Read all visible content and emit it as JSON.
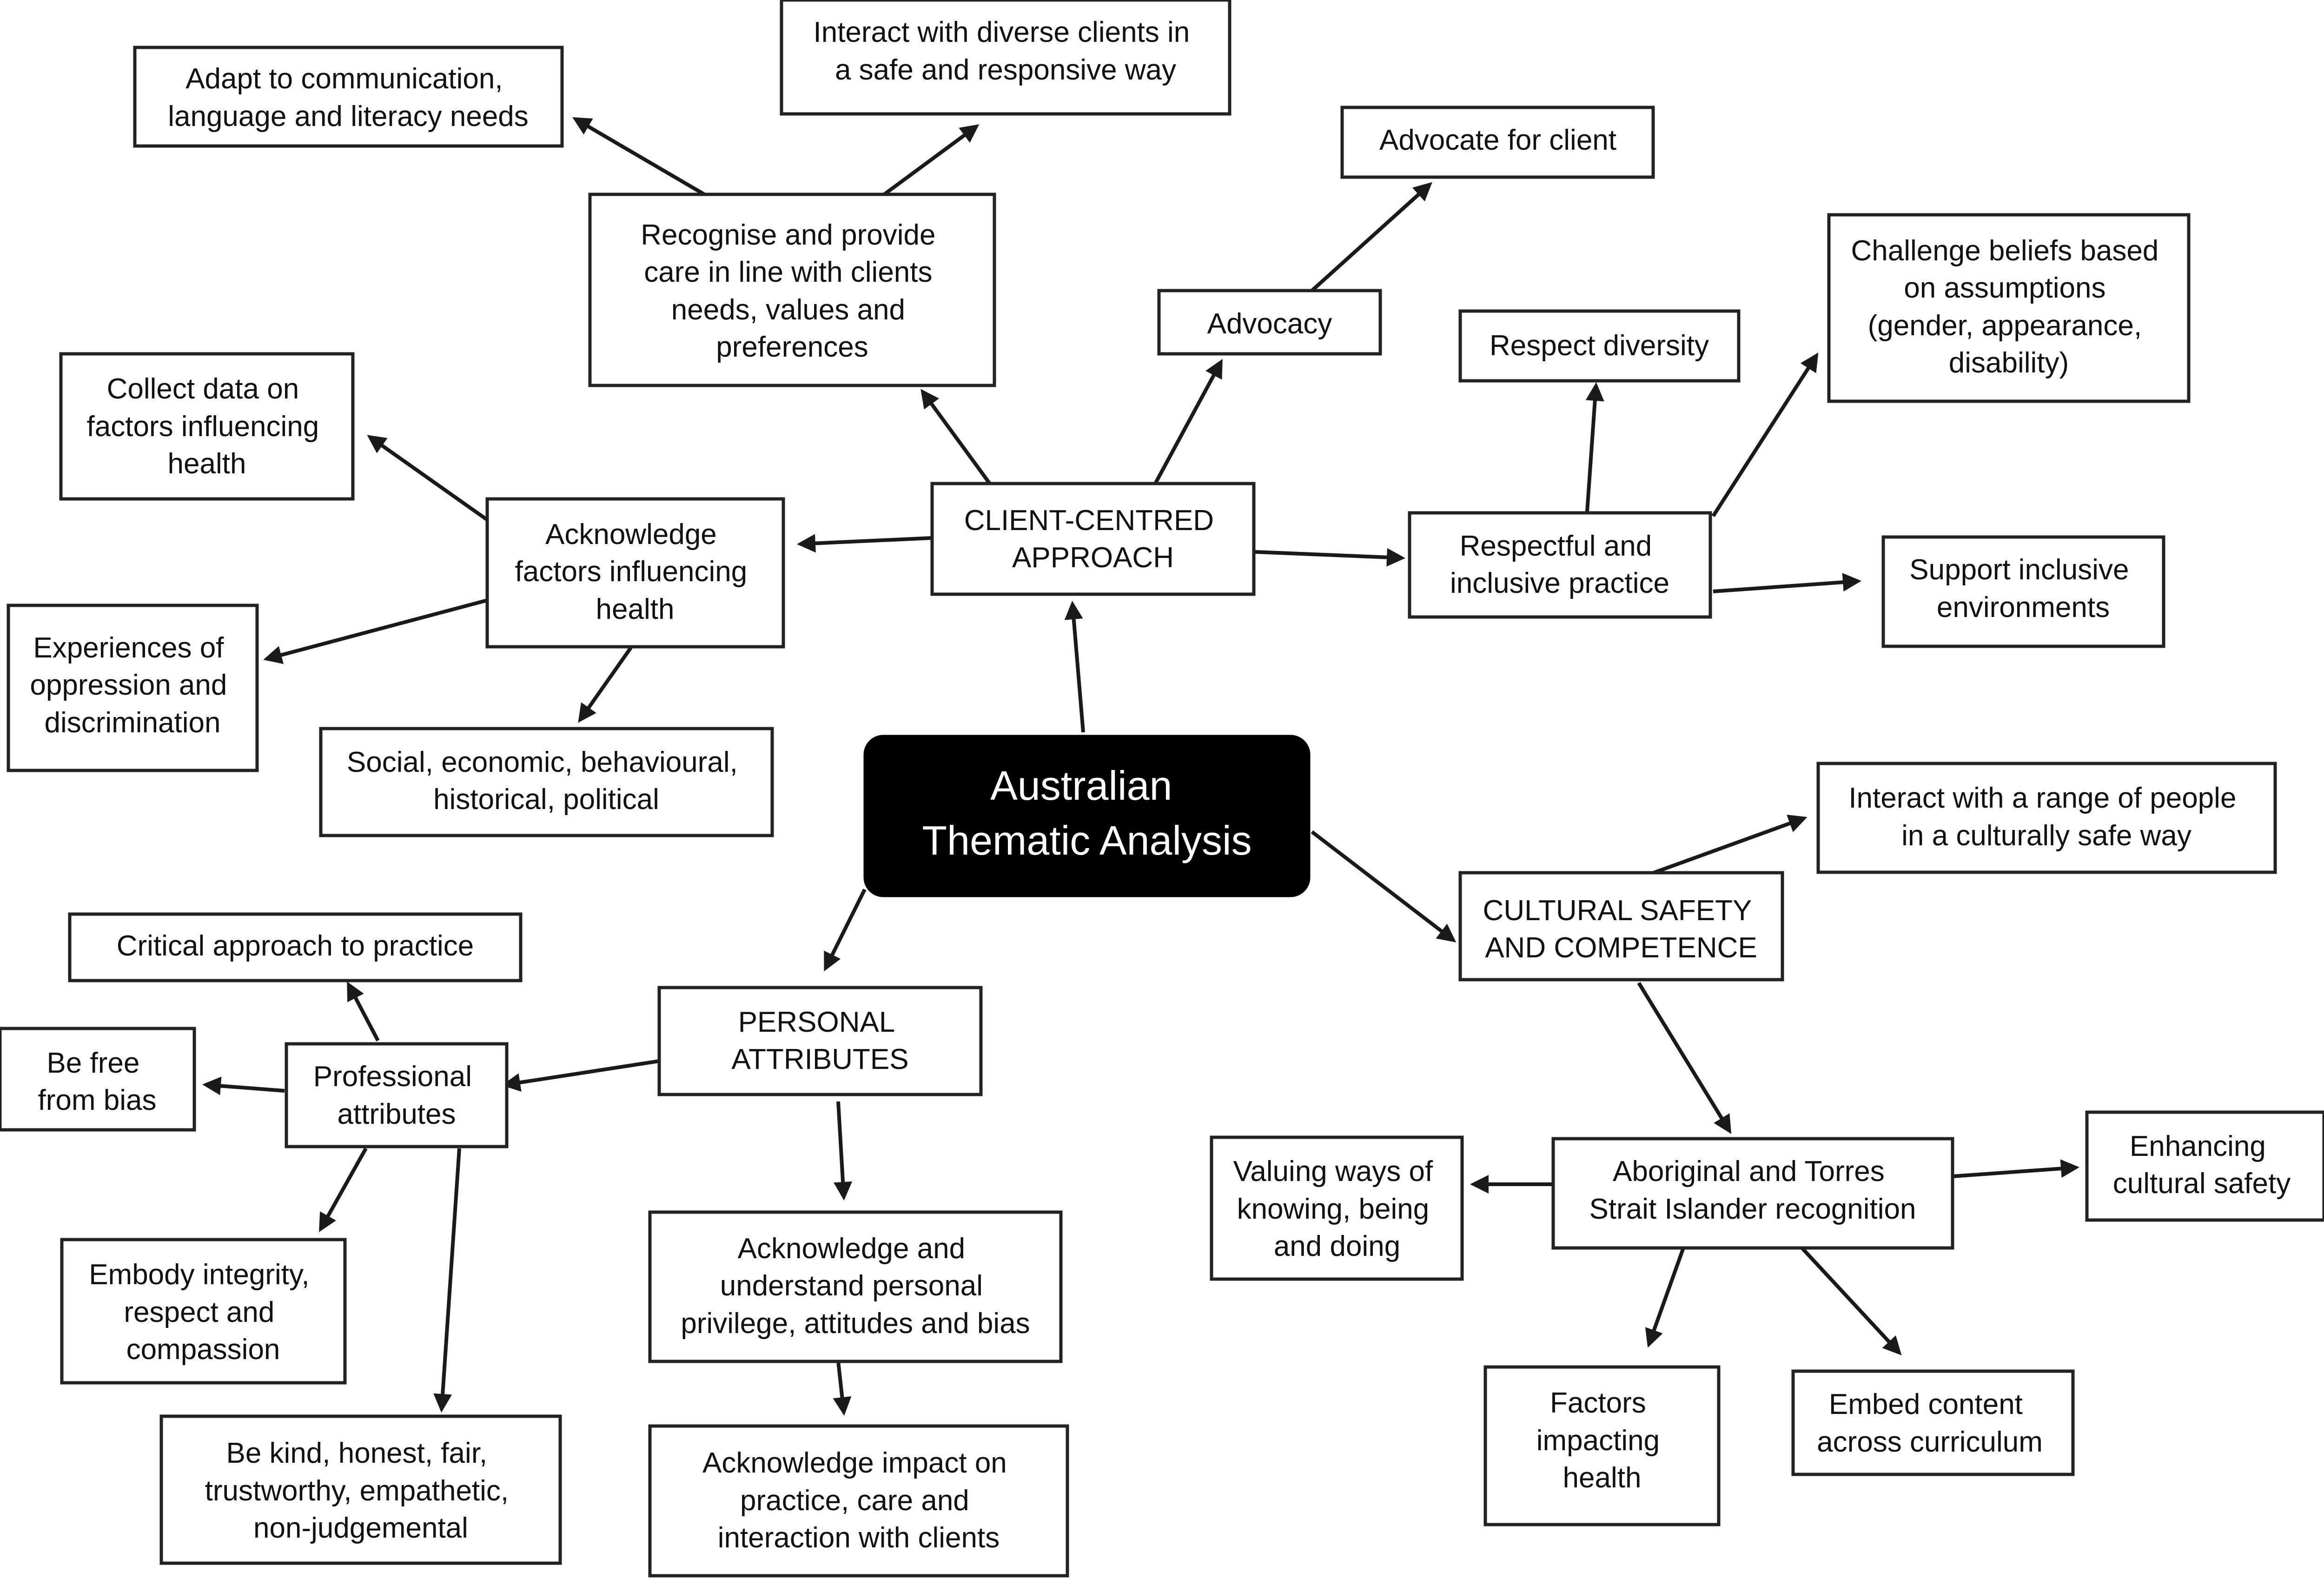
{
  "center": {
    "lines": [
      "Australian",
      "Thematic Analysis"
    ]
  },
  "nodes": {
    "client_centred": [
      "CLIENT-CENTRED",
      "APPROACH"
    ],
    "personal_attributes": [
      "PERSONAL",
      "ATTRIBUTES"
    ],
    "cultural_safety": [
      "CULTURAL SAFETY",
      "AND COMPETENCE"
    ],
    "recognise_care": [
      "Recognise and provide",
      "care in line with clients",
      "needs, values and",
      "preferences"
    ],
    "adapt_communication": [
      "Adapt to communication,",
      "language and literacy needs"
    ],
    "interact_diverse": [
      "Interact with diverse clients in",
      "a safe and responsive way"
    ],
    "advocacy": [
      "Advocacy"
    ],
    "advocate_client": [
      "Advocate for client"
    ],
    "respectful_inclusive": [
      "Respectful and",
      "inclusive practice"
    ],
    "respect_diversity": [
      "Respect diversity"
    ],
    "challenge_beliefs": [
      "Challenge beliefs based",
      "on assumptions",
      "(gender, appearance,",
      "disability)"
    ],
    "support_inclusive": [
      "Support inclusive",
      "environments"
    ],
    "acknowledge_factors": [
      "Acknowledge",
      "factors influencing",
      "health"
    ],
    "collect_data": [
      "Collect data on",
      "factors influencing",
      "health"
    ],
    "experiences_oppression": [
      "Experiences of",
      "oppression and",
      "discrimination"
    ],
    "social_economic": [
      "Social, economic, behavioural,",
      "historical, political"
    ],
    "professional_attributes": [
      "Professional",
      "attributes"
    ],
    "critical_approach": [
      "Critical approach to practice"
    ],
    "free_from_bias": [
      "Be free",
      "from bias"
    ],
    "embody_integrity": [
      "Embody integrity,",
      "respect and",
      "compassion"
    ],
    "be_kind": [
      "Be kind, honest, fair,",
      "trustworthy, empathetic,",
      "non-judgemental"
    ],
    "acknowledge_privilege": [
      "Acknowledge and",
      "understand personal",
      "privilege, attitudes and bias"
    ],
    "acknowledge_impact": [
      "Acknowledge impact on",
      "practice, care and",
      "interaction with clients"
    ],
    "interact_range": [
      "Interact with a range of people",
      "in a culturally safe way"
    ],
    "aboriginal_recognition": [
      "Aboriginal and Torres",
      "Strait Islander recognition"
    ],
    "valuing_ways": [
      "Valuing ways of",
      "knowing, being",
      "and doing"
    ],
    "enhancing_safety": [
      "Enhancing",
      "cultural safety"
    ],
    "factors_impacting": [
      "Factors",
      "impacting",
      "health"
    ],
    "embed_content": [
      "Embed content",
      "across curriculum"
    ]
  },
  "colors": {
    "line": "#1a1a1a",
    "box_border": "#222222",
    "center_fill": "#000000",
    "center_text": "#ffffff"
  }
}
